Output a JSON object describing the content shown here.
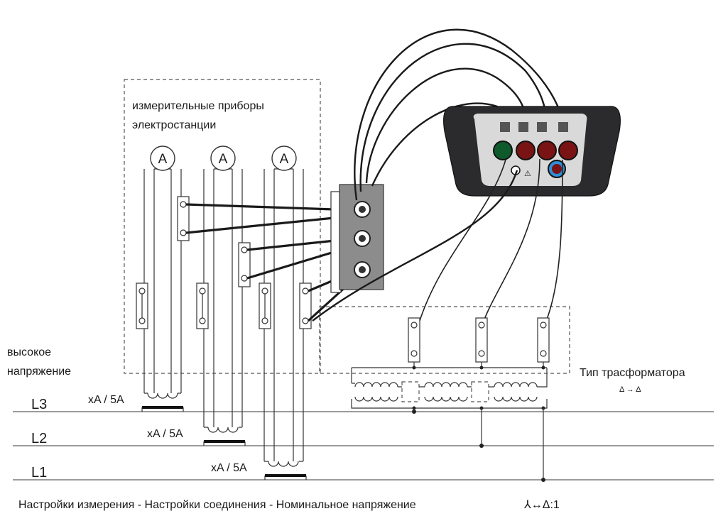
{
  "labels": {
    "meters_group": [
      "измерительные приборы",
      "электростанции"
    ],
    "high_voltage": [
      "высокое",
      "напряжение"
    ],
    "transformer_type": "Тип трасформатора",
    "transformer_symbol": "Δ → Δ",
    "ammeter_symbol": "A",
    "ct_ratio": "xA / 5A",
    "caption": "Настройки измерения - Настройки соединения - Номинальное напряжение",
    "caption_symbol": "⅄↔Δ:1"
  },
  "phases": [
    "L3",
    "L2",
    "L1"
  ],
  "colors": {
    "line": "#222222",
    "bus": "#7a7a7a",
    "device_body": "#2b2b2d",
    "panel": "#d9d9d9",
    "terminal_red": "#7a1414",
    "terminal_green": "#0f5a2a",
    "terminal_blue": "#2e8fd6",
    "terminal_block": "#8c8c8c"
  }
}
